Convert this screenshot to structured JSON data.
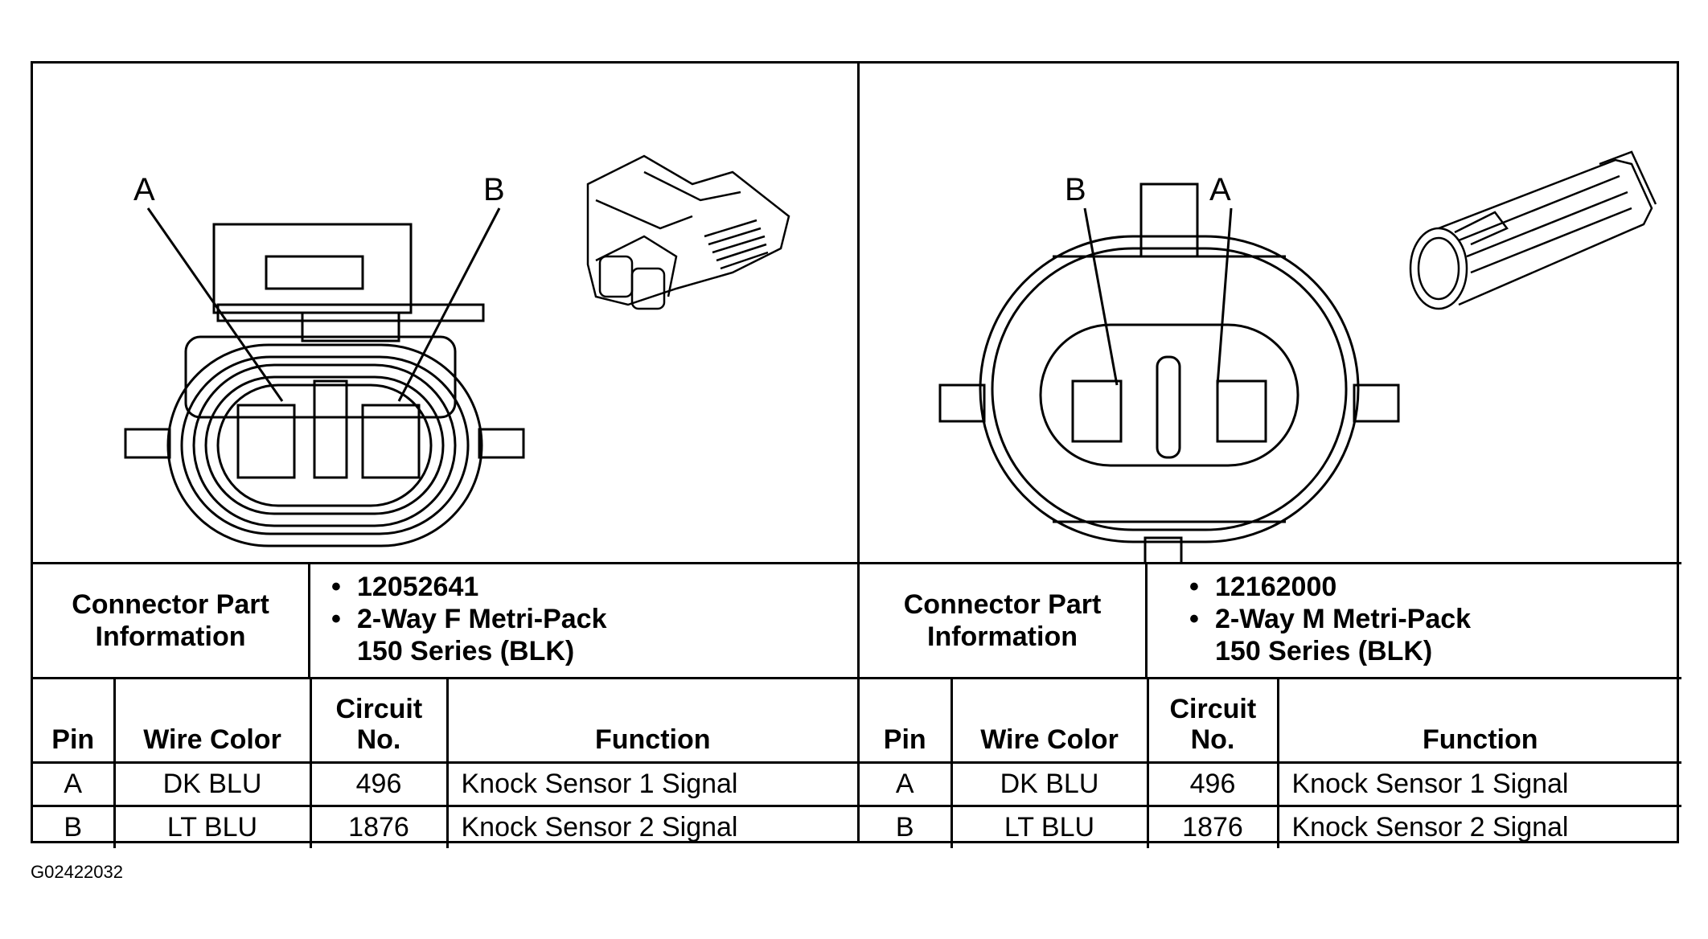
{
  "figure_id": "G02422032",
  "connectors": [
    {
      "pin_letters": [
        "A",
        "B"
      ],
      "part_info_label": "Connector Part Information",
      "part_info": [
        "12052641",
        "2-Way F Metri-Pack 150 Series (BLK)"
      ],
      "headers": {
        "pin": "Pin",
        "wire_color": "Wire Color",
        "circuit": "Circuit No.",
        "function": "Function"
      },
      "rows": [
        {
          "pin": "A",
          "wire_color": "DK BLU",
          "circuit": "496",
          "function": "Knock Sensor 1 Signal"
        },
        {
          "pin": "B",
          "wire_color": "LT BLU",
          "circuit": "1876",
          "function": "Knock Sensor 2 Signal"
        }
      ]
    },
    {
      "pin_letters": [
        "B",
        "A"
      ],
      "part_info_label": "Connector Part Information",
      "part_info": [
        "12162000",
        "2-Way M Metri-Pack 150 Series (BLK)"
      ],
      "headers": {
        "pin": "Pin",
        "wire_color": "Wire Color",
        "circuit": "Circuit No.",
        "function": "Function"
      },
      "rows": [
        {
          "pin": "A",
          "wire_color": "DK BLU",
          "circuit": "496",
          "function": "Knock Sensor 1 Signal"
        },
        {
          "pin": "B",
          "wire_color": "LT BLU",
          "circuit": "1876",
          "function": "Knock Sensor 2 Signal"
        }
      ]
    }
  ]
}
